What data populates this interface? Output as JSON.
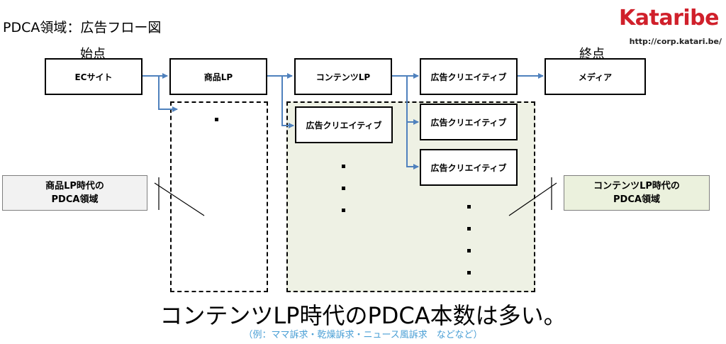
{
  "title": "PDCA領域：広告フロー図",
  "start_label": "始点",
  "end_label": "終点",
  "logo": "Kataribe",
  "url": "http://corp.katari.be/",
  "nodes": {
    "ec_site": "ECサイト",
    "product_lp": "商品LP",
    "content_lp": "コンテンツLP",
    "ad_creative_main": "広告クリエイティブ",
    "media": "メディア",
    "ad_creative_a": "広告クリエイティブ",
    "ad_creative_b": "広告クリエイティブ",
    "ad_creative_c": "広告クリエイティブ"
  },
  "era_left": {
    "line1": "商品LP時代の",
    "line2": "PDCA領域"
  },
  "era_right": {
    "line1": "コンテンツLP時代の",
    "line2": "PDCA領域"
  },
  "headline": "コンテンツLP時代のPDCA本数は多い。",
  "note": "（例：ママ訴求・乾燥訴求・ニュース風訴求　などなど）",
  "colors": {
    "arrow": "#4f81bd",
    "logo": "#d0202b",
    "note": "#4a9fd5",
    "shade_right": "#eef1e4"
  }
}
